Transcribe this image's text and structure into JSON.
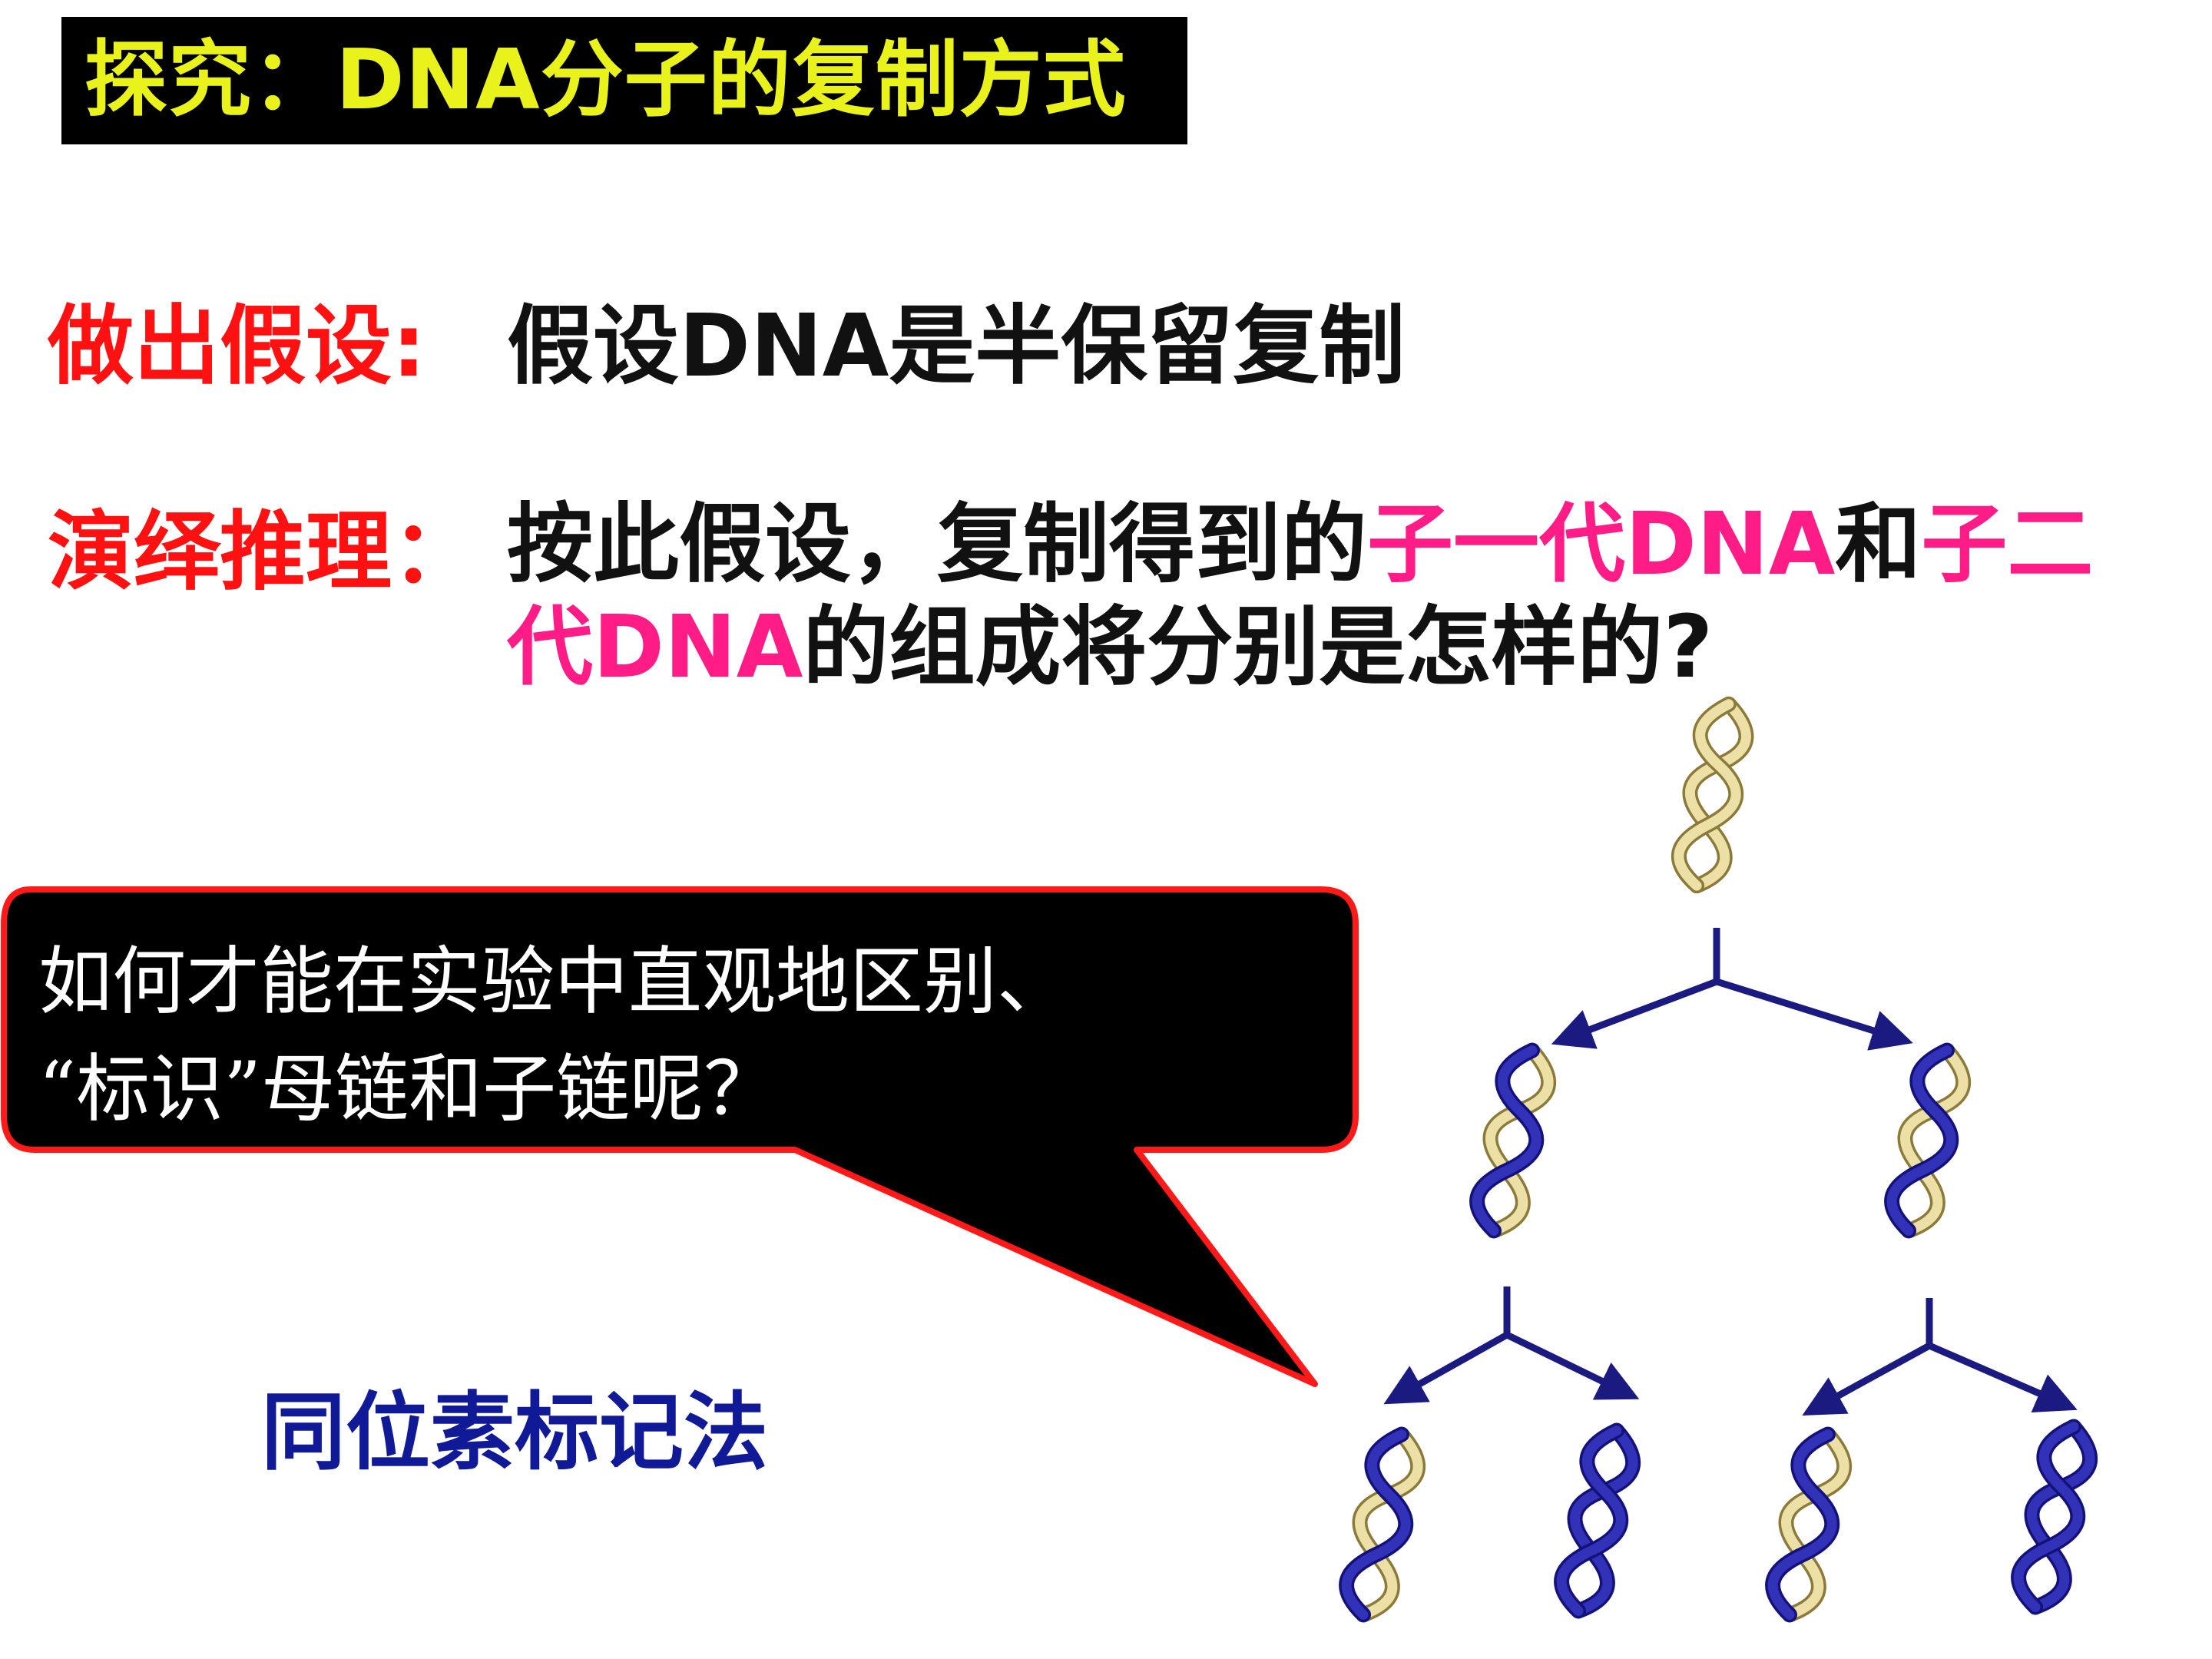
{
  "title": "探究：DNA分子的复制方式",
  "hypothesis": {
    "label": "做出假设:",
    "text": "假设DNA是半保留复制"
  },
  "deduction": {
    "label": "演绎推理：",
    "line1_a": "按此假设，复制得到的",
    "line1_b": "子一代DNA",
    "line1_c": "和",
    "line1_d": "子二",
    "line2_a": "代DNA",
    "line2_b": "的组成将分别是怎样的?"
  },
  "bubble": {
    "line1": "如何才能在实验中直观地区别、",
    "line2": "“标识”母链和子链呢？"
  },
  "method": "同位素标记法",
  "colors": {
    "title_bg": "#000000",
    "title_text": "#e9f21a",
    "label_red": "#ff1111",
    "highlight_pink": "#ff1c86",
    "method_blue": "#101a96",
    "arrow_navy": "#1a1a80",
    "parent_strand": "#e8dca0",
    "new_strand": "#2a2aa8"
  },
  "diagram": {
    "icons": [
      "dna-helix-icon",
      "arrow-icon"
    ]
  }
}
